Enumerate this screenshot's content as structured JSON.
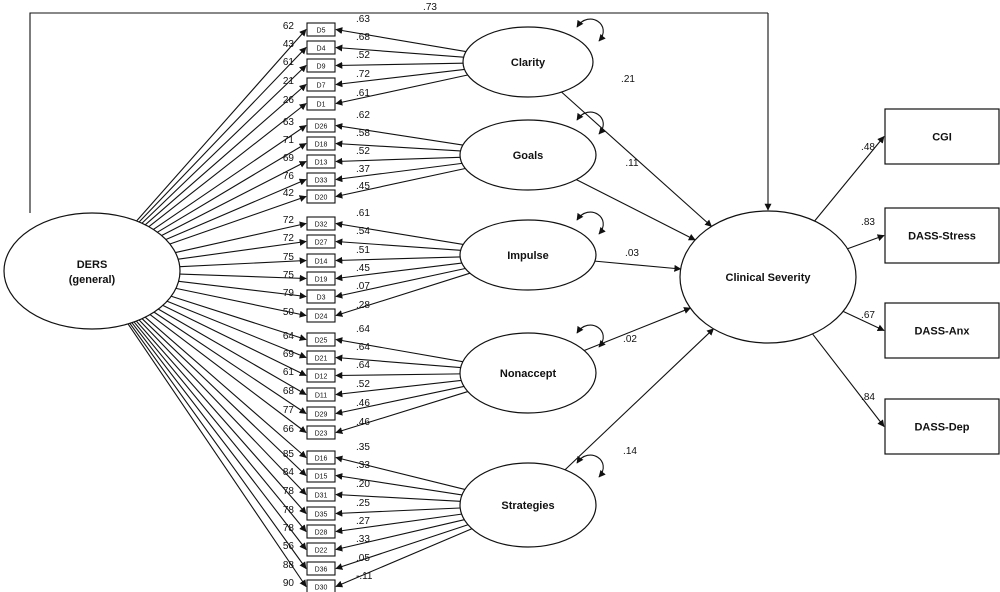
{
  "general_factor": {
    "line1": "DERS",
    "line2": "(general)"
  },
  "top_path_label": ".73",
  "items": [
    {
      "name": "D5",
      "g": "62"
    },
    {
      "name": "D4",
      "g": "43"
    },
    {
      "name": "D9",
      "g": "61"
    },
    {
      "name": "D7",
      "g": "21"
    },
    {
      "name": "D1",
      "g": "26"
    },
    {
      "name": "D26",
      "g": "63"
    },
    {
      "name": "D18",
      "g": "71"
    },
    {
      "name": "D13",
      "g": "69"
    },
    {
      "name": "D33",
      "g": "76"
    },
    {
      "name": "D20",
      "g": "42"
    },
    {
      "name": "D32",
      "g": "72"
    },
    {
      "name": "D27",
      "g": "72"
    },
    {
      "name": "D14",
      "g": "75"
    },
    {
      "name": "D19",
      "g": "75"
    },
    {
      "name": "D3",
      "g": "79"
    },
    {
      "name": "D24",
      "g": "50"
    },
    {
      "name": "D25",
      "g": "64"
    },
    {
      "name": "D21",
      "g": "69"
    },
    {
      "name": "D12",
      "g": "61"
    },
    {
      "name": "D11",
      "g": "68"
    },
    {
      "name": "D29",
      "g": "77"
    },
    {
      "name": "D23",
      "g": "66"
    },
    {
      "name": "D16",
      "g": "85"
    },
    {
      "name": "D15",
      "g": "84"
    },
    {
      "name": "D31",
      "g": "78"
    },
    {
      "name": "D35",
      "g": "78"
    },
    {
      "name": "D28",
      "g": "78"
    },
    {
      "name": "D22",
      "g": "56"
    },
    {
      "name": "D36",
      "g": "88"
    },
    {
      "name": "D30",
      "g": "90"
    }
  ],
  "factors": [
    {
      "name": "Clarity",
      "loadings": [
        ".63",
        ".68",
        ".52",
        ".72",
        ".61"
      ],
      "path": ".21"
    },
    {
      "name": "Goals",
      "loadings": [
        ".62",
        ".58",
        ".52",
        ".37",
        ".45"
      ],
      "path": ".11"
    },
    {
      "name": "Impulse",
      "loadings": [
        ".61",
        ".54",
        ".51",
        ".45",
        ".07",
        ".28"
      ],
      "path": ".03"
    },
    {
      "name": "Nonaccept",
      "loadings": [
        ".64",
        ".64",
        ".64",
        ".52",
        ".46",
        ".46"
      ],
      "path": ".02"
    },
    {
      "name": "Strategies",
      "loadings": [
        ".35",
        ".33",
        ".20",
        ".25",
        ".27",
        ".33",
        ".05",
        "-.11"
      ],
      "path": ".14"
    }
  ],
  "outcome": {
    "name": "Clinical Severity",
    "indicators": [
      {
        "name": "CGI",
        "loading": ".48"
      },
      {
        "name": "DASS-Stress",
        "loading": ".83"
      },
      {
        "name": "DASS-Anx",
        "loading": ".67"
      },
      {
        "name": "DASS-Dep",
        "loading": ".84"
      }
    ]
  }
}
